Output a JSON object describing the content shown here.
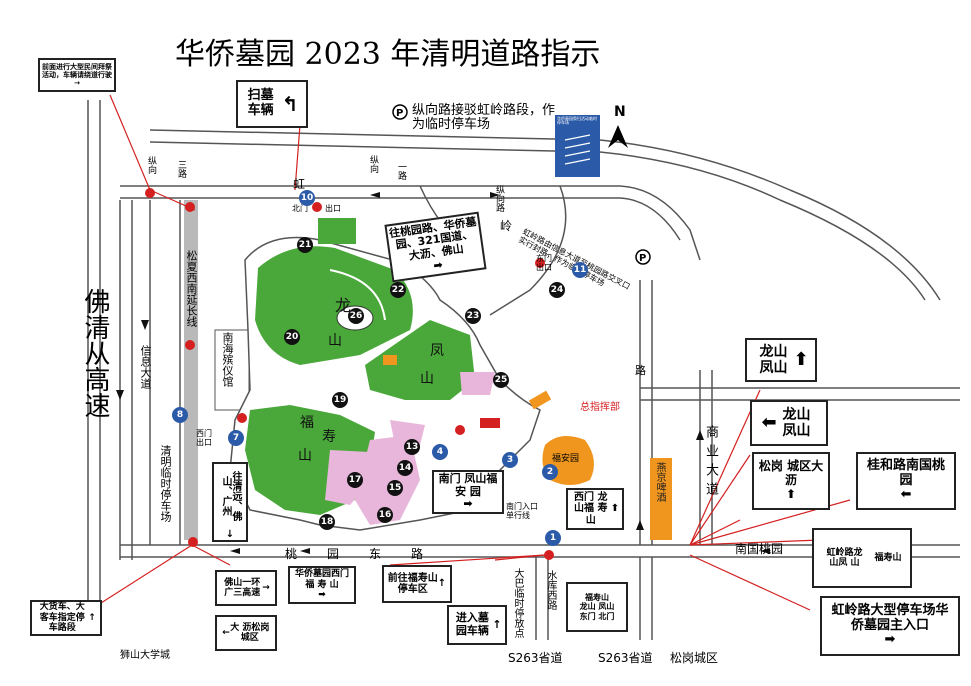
{
  "title": "华侨墓园 2023 年清明道路指示",
  "north": "N",
  "boxes": {
    "top_left_notice": "前面进行大型民间拜祭活动，车辆请绕道行驶",
    "sweep_vehicles": "扫墓车辆",
    "parking_note": "纵向路接驳虹岭路段，作为临时停车场",
    "parking_sign": "华侨墓园祭扫活动临时停车场",
    "to_taoyuan": "往桃园路、华侨墓园、321国道、大沥、佛山",
    "to_qingyuan": "往清远、佛山、广州",
    "longshan_fengshan_right": "龙山凤山",
    "longshan_fengshan_left": "龙山凤山",
    "songgang_city": "松岗 城区大沥",
    "guihe_nanguo": "桂和路南国桃园",
    "right_small": "虹岭路龙 山凤 山",
    "right_small_2": "福寿山",
    "honglingroad_parking": "虹岭路大型停车场华侨墓园主入口",
    "nanmen_fengshan": "南门 凤山福 安 园",
    "ximen_longshan": "西门 龙山福 寿 山",
    "west_gate_fushou": "华侨墓园西门福 寿 山",
    "foshan_ring": "佛山一环广三高速",
    "dali_songgang": "大 沥松岗城区",
    "truck_parking": "大货车、大客车指定停车路段",
    "to_fushou_parking": "前往福寿山停车区",
    "enter_vehicles": "进入墓园车辆",
    "bottom_center_fushou": "福寿山",
    "bottom_center_lf": "龙山 凤山",
    "bottom_center_gates": "东门 北门"
  },
  "labels": {
    "fuqing_highway": "佛清从高速",
    "songxia_road": "松夏西南延长线",
    "nanhai_funeral": "南海殡仪馆",
    "xinxi_road": "信息大道",
    "qingyun_parking": "清明临时停车场",
    "hongling": "虹",
    "ling": "岭",
    "zongxiang": "纵向",
    "zongxiang2": "纵向",
    "zongxiang3": "纵向路",
    "three_road": "三路",
    "yi_road": "一路",
    "hongling_note": "虹岭路由信息大道至桃园路交叉口实行封路，作为临时停车场",
    "north_gate": "北门",
    "exit": "出口",
    "east_gate_exit": "东门出口",
    "west_gate_exit": "西门出口",
    "south_gate_entry": "南门入口单行线",
    "lu": "路",
    "shangye_road": "商业大道",
    "yanjing_restaurant": "燕京啤酒",
    "fuan_garden": "福安园",
    "command_center": "总指挥部",
    "taoyuan_east_road": "桃园东路",
    "nanguo_taoyuan": "南国桃园",
    "bus_parking": "大巴临时停放点",
    "shuiku_west_road": "水库西路",
    "shishan_university": "狮山大学城",
    "s263_1": "S263省道",
    "s263_2": "S263省道",
    "songgang_district": "松岗城区",
    "long": "龙",
    "shan1": "山",
    "feng": "凤",
    "shan2": "山",
    "fu": "福",
    "shou": "寿",
    "shan3": "山"
  },
  "markers": {
    "blue": [
      "1",
      "2",
      "3",
      "4",
      "7",
      "8",
      "10",
      "11"
    ],
    "black": [
      "13",
      "14",
      "15",
      "16",
      "17",
      "18",
      "19",
      "20",
      "21",
      "22",
      "23",
      "24",
      "25",
      "26"
    ]
  },
  "colors": {
    "green": "#4aa83a",
    "pink": "#e8b6da",
    "orange": "#f0961e",
    "blue": "#2b5aa8",
    "red": "#d42020"
  }
}
